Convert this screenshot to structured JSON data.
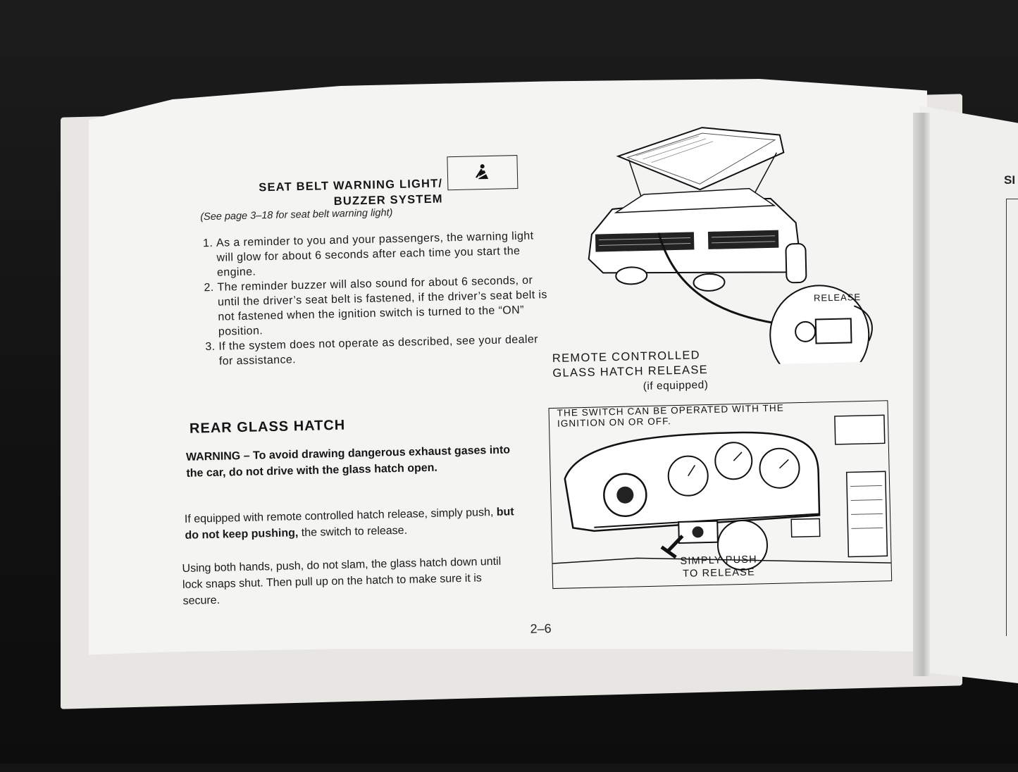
{
  "seat_belt": {
    "title_line1": "SEAT BELT WARNING LIGHT/",
    "title_line2": "BUZZER SYSTEM",
    "note": "(See page 3–18 for seat belt warning light)",
    "icon": "seat-belt-icon",
    "items": [
      "As a reminder to you and your passengers, the warning light will glow for about 6 seconds after each time you start the engine.",
      "The reminder buzzer will also sound for about 6 seconds, or until the driver’s seat belt is fastened, if the driver’s seat belt is not fastened when the ignition switch is turned to the “ON” position.",
      "If the system does not operate as described, see your dealer for assistance."
    ]
  },
  "rear_hatch": {
    "heading": "REAR GLASS HATCH",
    "warning_label": "WARNING –",
    "warning_text": "To avoid drawing dangerous exhaust gases into the car, do not drive with the glass hatch open.",
    "para1_a": "If equipped with remote controlled hatch release, simply push,",
    "para1_bold": "but do not keep pushing,",
    "para1_b": "the switch to release.",
    "para2": "Using both hands, push, do not slam, the glass hatch down until lock snaps shut. Then pull up on the hatch to make sure it is secure."
  },
  "figure_top": {
    "release_label": "RELEASE",
    "caption_line1": "REMOTE CONTROLLED",
    "caption_line2": "GLASS HATCH RELEASE",
    "caption_line3": "(if equipped)"
  },
  "figure_bottom": {
    "caption_line1": "THE SWITCH CAN BE OPERATED WITH THE",
    "caption_line2": "IGNITION ON OR OFF.",
    "push_line1": "SIMPLY PUSH",
    "push_line2": "TO RELEASE"
  },
  "page_number": "2–6",
  "right_page_fragment": "SI"
}
